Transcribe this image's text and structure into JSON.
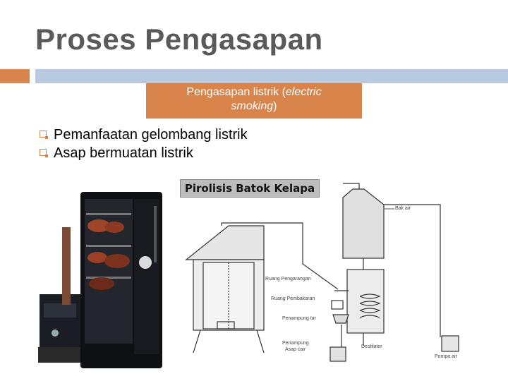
{
  "slide": {
    "title": "Proses Pengasapan",
    "subtitle": {
      "line1": "Pengasapan listrik (",
      "line1_italic": "electric",
      "line2_italic": "smoking",
      "line2_end": ")"
    },
    "bullets": [
      "Pemanfaatan gelombang listrik",
      "Asap bermuatan listrik"
    ],
    "accent_color": "#d9844a",
    "rule_color": "#b8c9e0"
  },
  "diagram": {
    "banner": "Pirolisis Batok Kelapa",
    "labels": {
      "bak_air": "Bak air",
      "ruang_pengarangan": "Ruang Pengarangan",
      "ruang_pembakaran": "Ruang Pembakaran",
      "penampung_tar": "Penampung tar",
      "penampung_asap_cair": "Penampung",
      "penampung_asap_cair_2": "Asap cair",
      "destilator": "Destilator",
      "pompa_air": "Pompa air"
    }
  }
}
